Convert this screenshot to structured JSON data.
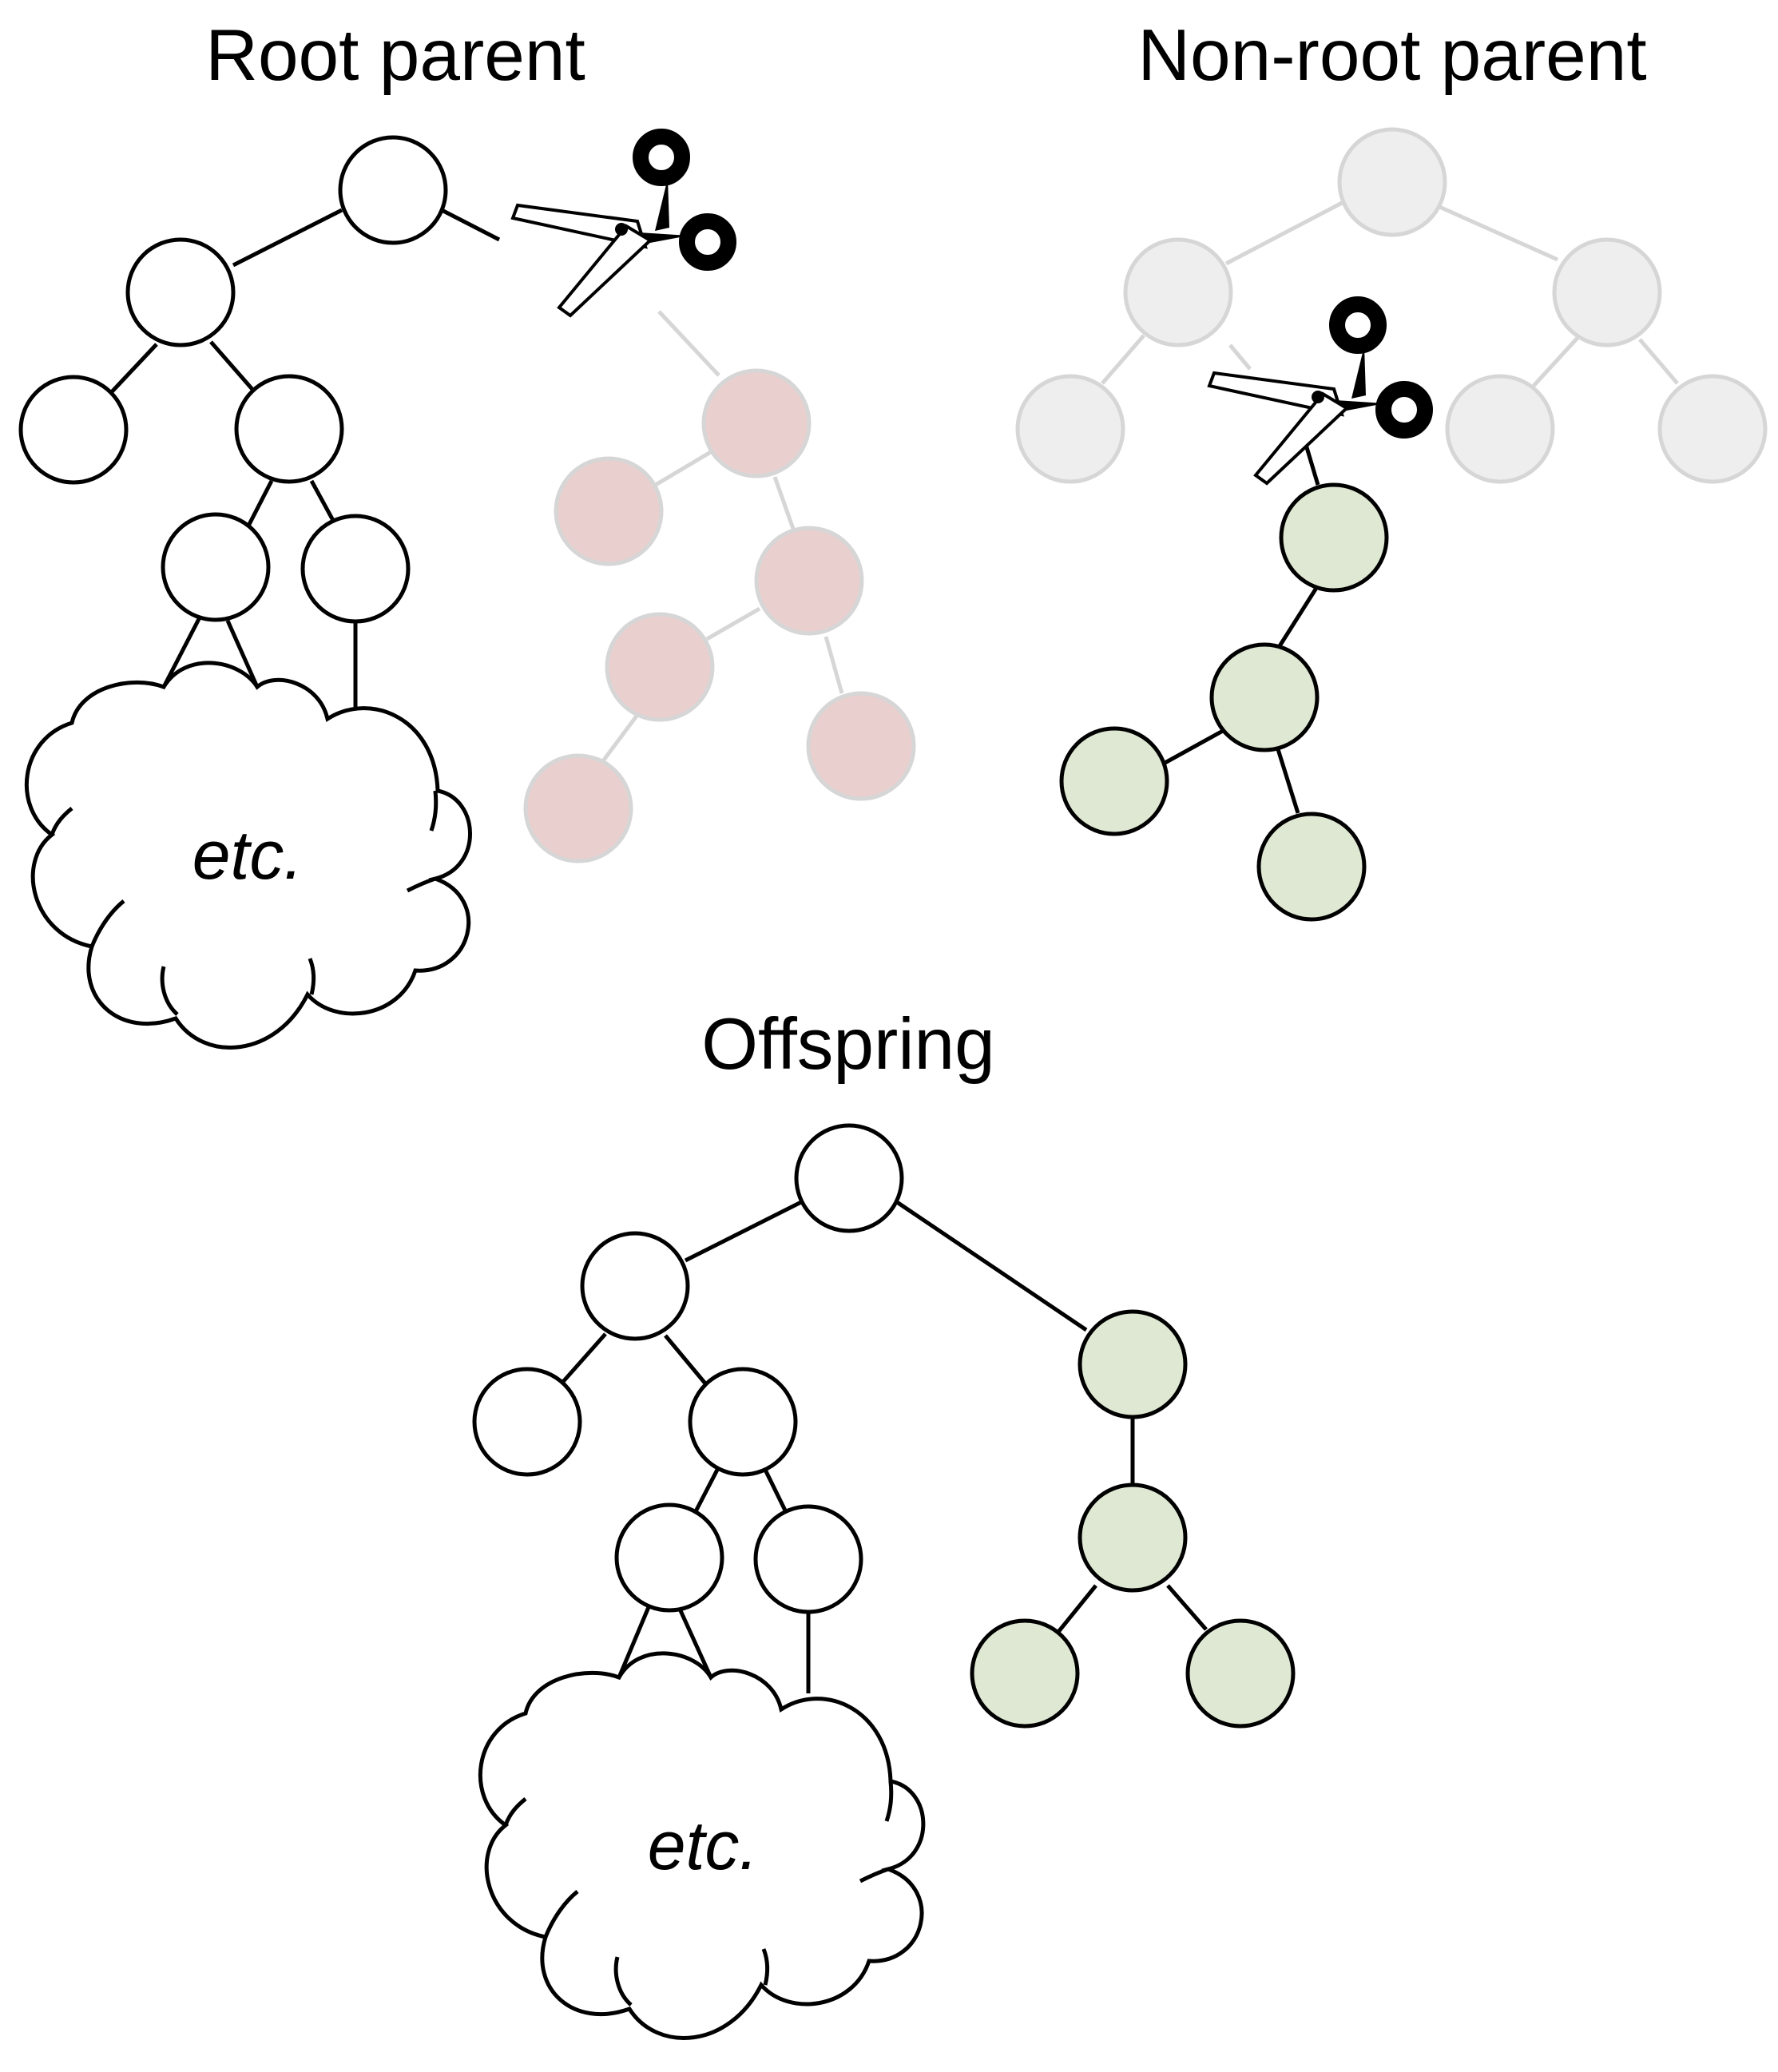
{
  "titles": {
    "root_parent": "Root parent",
    "non_root_parent": "Non-root parent",
    "offspring": "Offspring"
  },
  "cloud_label": "etc.",
  "colors": {
    "node_default": "#ffffff",
    "node_removed_subtree": "#eacfcf",
    "node_donated_subtree": "#dfe8d3",
    "node_faded": "#eeeeee",
    "faded_stroke": "#d6d6d6",
    "edge": "#000000"
  },
  "icons": [
    "scissors-icon",
    "scissors-icon"
  ]
}
